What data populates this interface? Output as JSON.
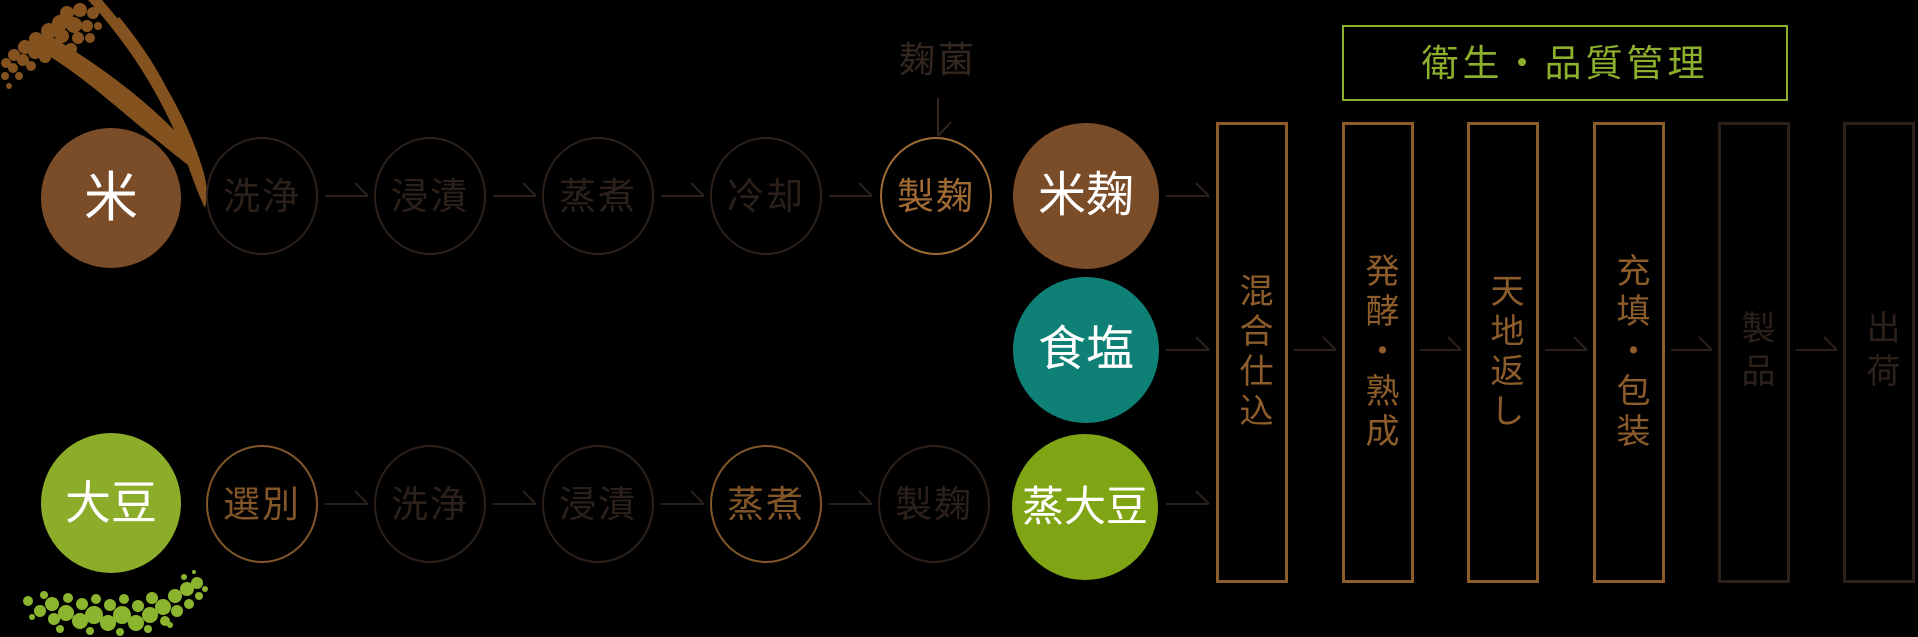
{
  "title_box": {
    "label": "衛生・品質管理"
  },
  "koji_note": {
    "label": "麹菌"
  },
  "rows": {
    "rice": {
      "input": "米",
      "steps": [
        {
          "label": "洗浄",
          "highlight": false
        },
        {
          "label": "浸漬",
          "highlight": false
        },
        {
          "label": "蒸煮",
          "highlight": false
        },
        {
          "label": "冷却",
          "highlight": false
        },
        {
          "label": "製麹",
          "highlight": true
        }
      ],
      "result": "米麹"
    },
    "salt": {
      "label": "食塩"
    },
    "soybean": {
      "input": "大豆",
      "steps": [
        {
          "label": "選別",
          "highlight": true
        },
        {
          "label": "洗浄",
          "highlight": false
        },
        {
          "label": "浸漬",
          "highlight": false
        },
        {
          "label": "蒸煮",
          "highlight": true
        },
        {
          "label": "製麹",
          "highlight": false
        }
      ],
      "result": "蒸大豆"
    }
  },
  "process_boxes": [
    {
      "label": "混合仕込",
      "style": "brown"
    },
    {
      "label": "発酵・熟成",
      "style": "brown"
    },
    {
      "label": "天地返し",
      "style": "brown"
    },
    {
      "label": "充填・包装",
      "style": "brown"
    },
    {
      "label": "製品",
      "style": "dark"
    },
    {
      "label": "出荷",
      "style": "dark"
    }
  ],
  "colors": {
    "background": "#000000",
    "rice_brown": "#7b4c28",
    "koji_brown": "#7b4c28",
    "salt_teal": "#0e8076",
    "soy_green": "#8cad29",
    "steamed_soy_green": "#7fa414",
    "plant_brown": "#84521f",
    "bean_green": "#8cb52f",
    "step_dark": "#2b211a",
    "highlight_top": "#a26b33",
    "highlight_bottom": "#835628",
    "box_brown": "#8d5c2b",
    "note_dark": "#33271f",
    "quality_green": "#8caf2c"
  }
}
